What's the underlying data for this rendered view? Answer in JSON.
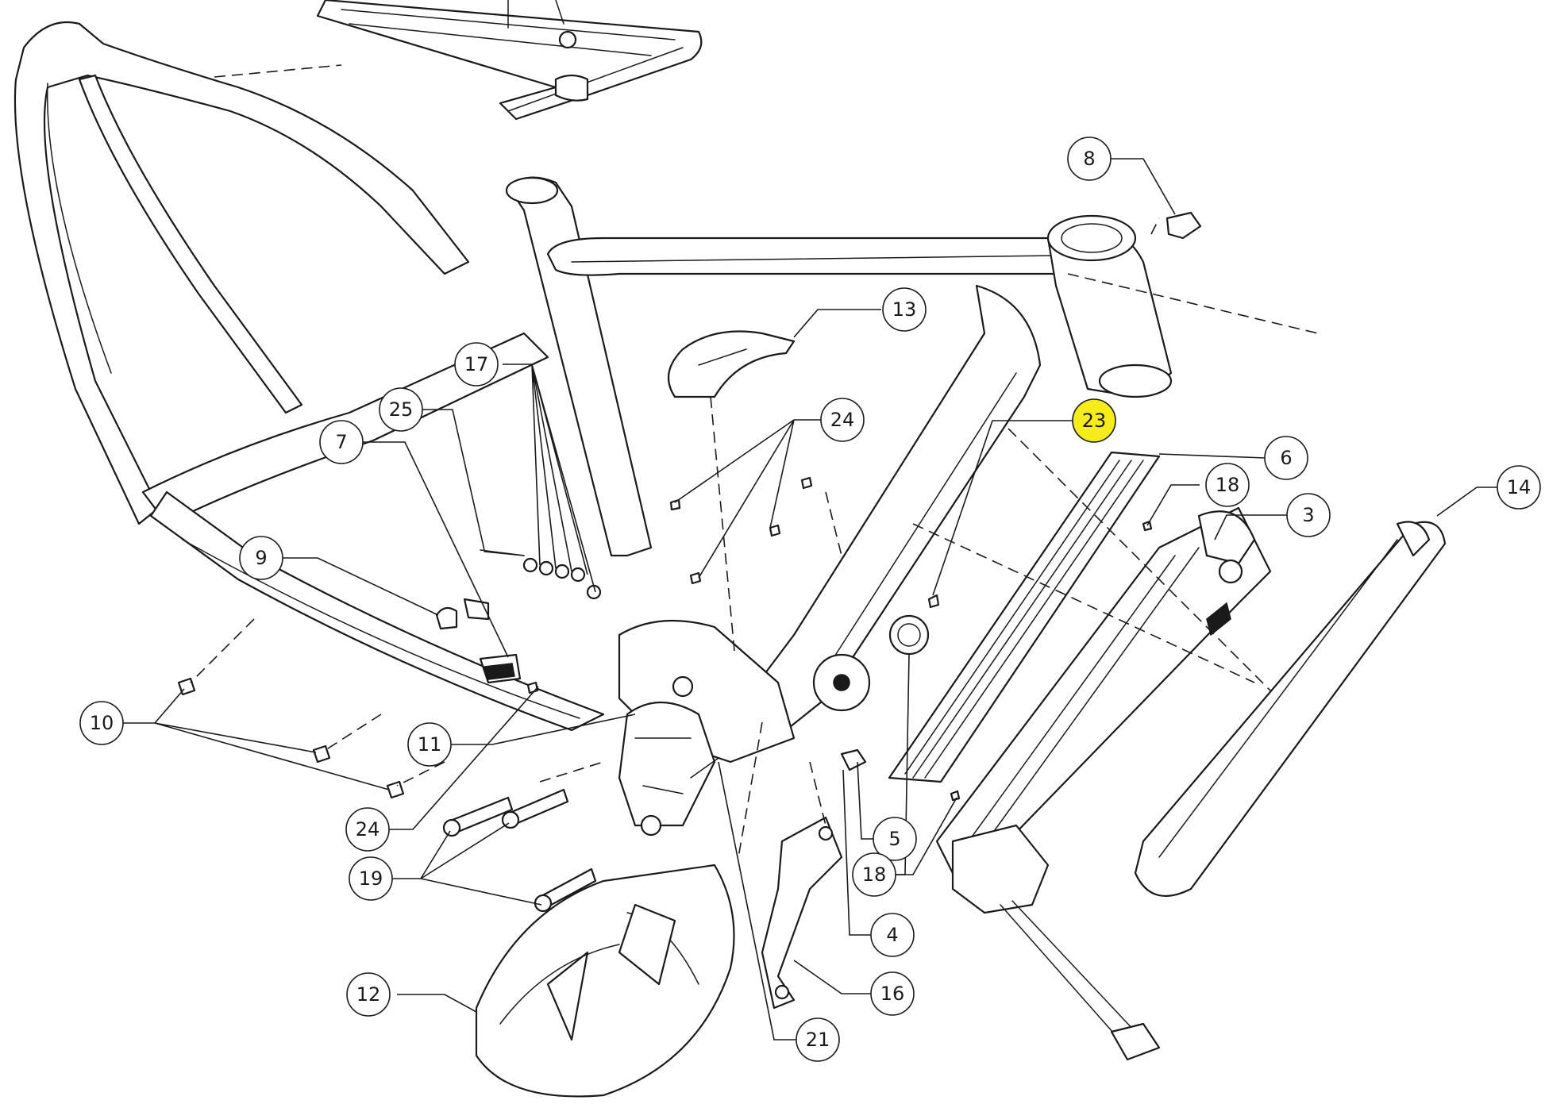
{
  "diagram": {
    "type": "exploded-parts-drawing",
    "colors": {
      "line": "#1a1a1a",
      "background": "#ffffff",
      "highlight": "#f5ec1a"
    },
    "callouts": [
      {
        "label": "3",
        "highlight": false
      },
      {
        "label": "4",
        "highlight": false
      },
      {
        "label": "5",
        "highlight": false
      },
      {
        "label": "6",
        "highlight": false
      },
      {
        "label": "7",
        "highlight": false
      },
      {
        "label": "8",
        "highlight": false
      },
      {
        "label": "9",
        "highlight": false
      },
      {
        "label": "10",
        "highlight": false
      },
      {
        "label": "11",
        "highlight": false
      },
      {
        "label": "12",
        "highlight": false
      },
      {
        "label": "13",
        "highlight": false
      },
      {
        "label": "14",
        "highlight": false
      },
      {
        "label": "16",
        "highlight": false
      },
      {
        "label": "17",
        "highlight": false
      },
      {
        "label": "18",
        "highlight": false
      },
      {
        "label": "18",
        "highlight": false
      },
      {
        "label": "19",
        "highlight": false
      },
      {
        "label": "21",
        "highlight": false
      },
      {
        "label": "23",
        "highlight": true
      },
      {
        "label": "24",
        "highlight": false
      },
      {
        "label": "24",
        "highlight": false
      },
      {
        "label": "25",
        "highlight": false
      }
    ]
  }
}
